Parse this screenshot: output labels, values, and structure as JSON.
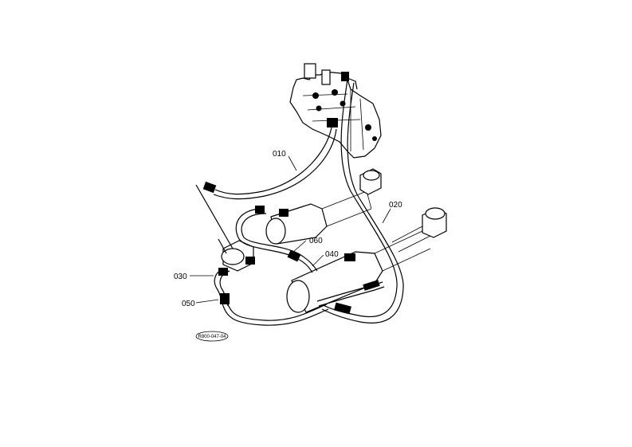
{
  "parts": [
    {
      "id": "p010",
      "label": "010"
    },
    {
      "id": "p020",
      "label": "020"
    },
    {
      "id": "p030",
      "label": "030"
    },
    {
      "id": "p040",
      "label": "040"
    },
    {
      "id": "p050",
      "label": "050"
    },
    {
      "id": "p060",
      "label": "060"
    }
  ],
  "reference": "R800-047-04",
  "colors": {
    "ink": "#000000",
    "paper": "#ffffff"
  }
}
